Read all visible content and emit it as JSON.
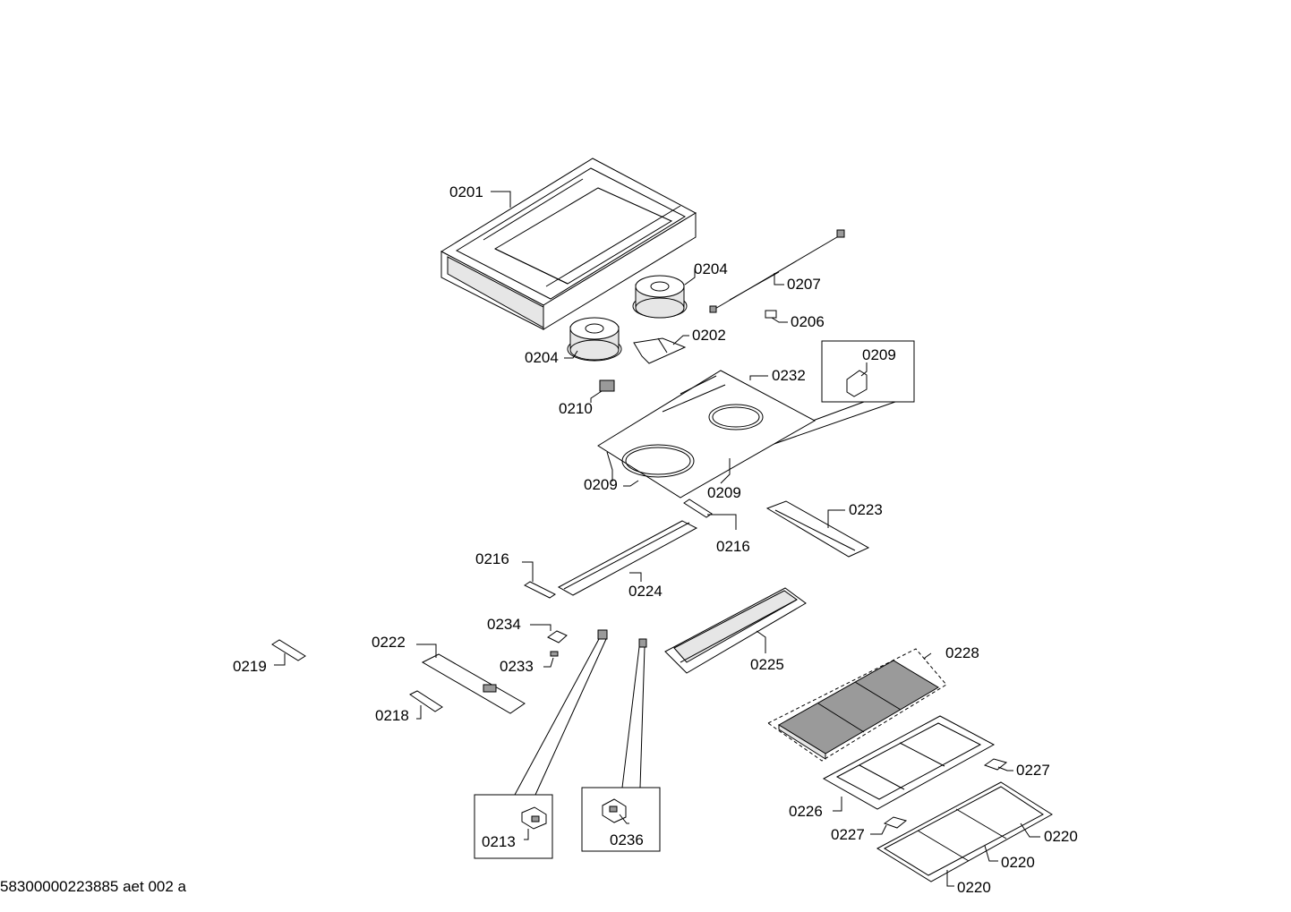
{
  "labels": {
    "p0201": "0201",
    "p0204a": "0204",
    "p0204b": "0204",
    "p0207": "0207",
    "p0206": "0206",
    "p0202": "0202",
    "p0209a": "0209",
    "p0232": "0232",
    "p0210": "0210",
    "p0209b": "0209",
    "p0209c": "0209",
    "p0223": "0223",
    "p0216a": "0216",
    "p0216b": "0216",
    "p0224": "0224",
    "p0234": "0234",
    "p0222": "0222",
    "p0233": "0233",
    "p0225": "0225",
    "p0228": "0228",
    "p0219": "0219",
    "p0218": "0218",
    "p0227a": "0227",
    "p0226": "0226",
    "p0227b": "0227",
    "p0220a": "0220",
    "p0220b": "0220",
    "p0220c": "0220",
    "p0213": "0213",
    "p0236": "0236"
  },
  "footer": "58300000223885 aet 002 a"
}
